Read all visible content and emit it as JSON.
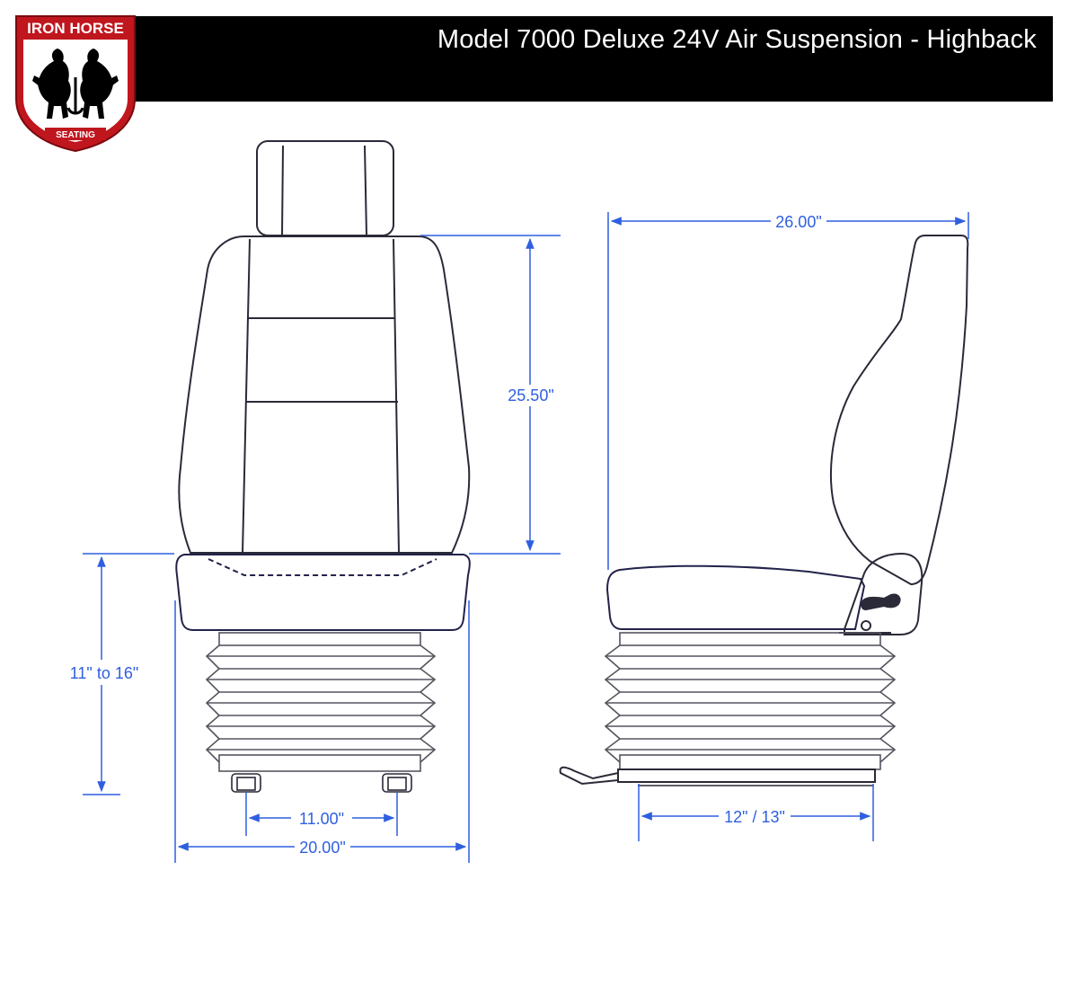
{
  "header": {
    "title": "Model 7000 Deluxe 24V Air Suspension - Highback"
  },
  "logo": {
    "brand_top": "IRON HORSE",
    "brand_bottom": "SEATING",
    "icon": "rearing-horses-shield-icon"
  },
  "dimensions": {
    "front_backrest_height": "25.50\"",
    "front_height_range": "11\" to 16\"",
    "front_mount_spacing": "11.00\"",
    "front_width": "20.00\"",
    "side_depth": "26.00\"",
    "side_slide_travel": "12\" / 13\""
  },
  "colors": {
    "header_background": "#000000",
    "header_text": "#ffffff",
    "dimension_lines": "#2f5fe0",
    "seat_outline": "#2a2a38",
    "logo_red": "#c0161e"
  }
}
